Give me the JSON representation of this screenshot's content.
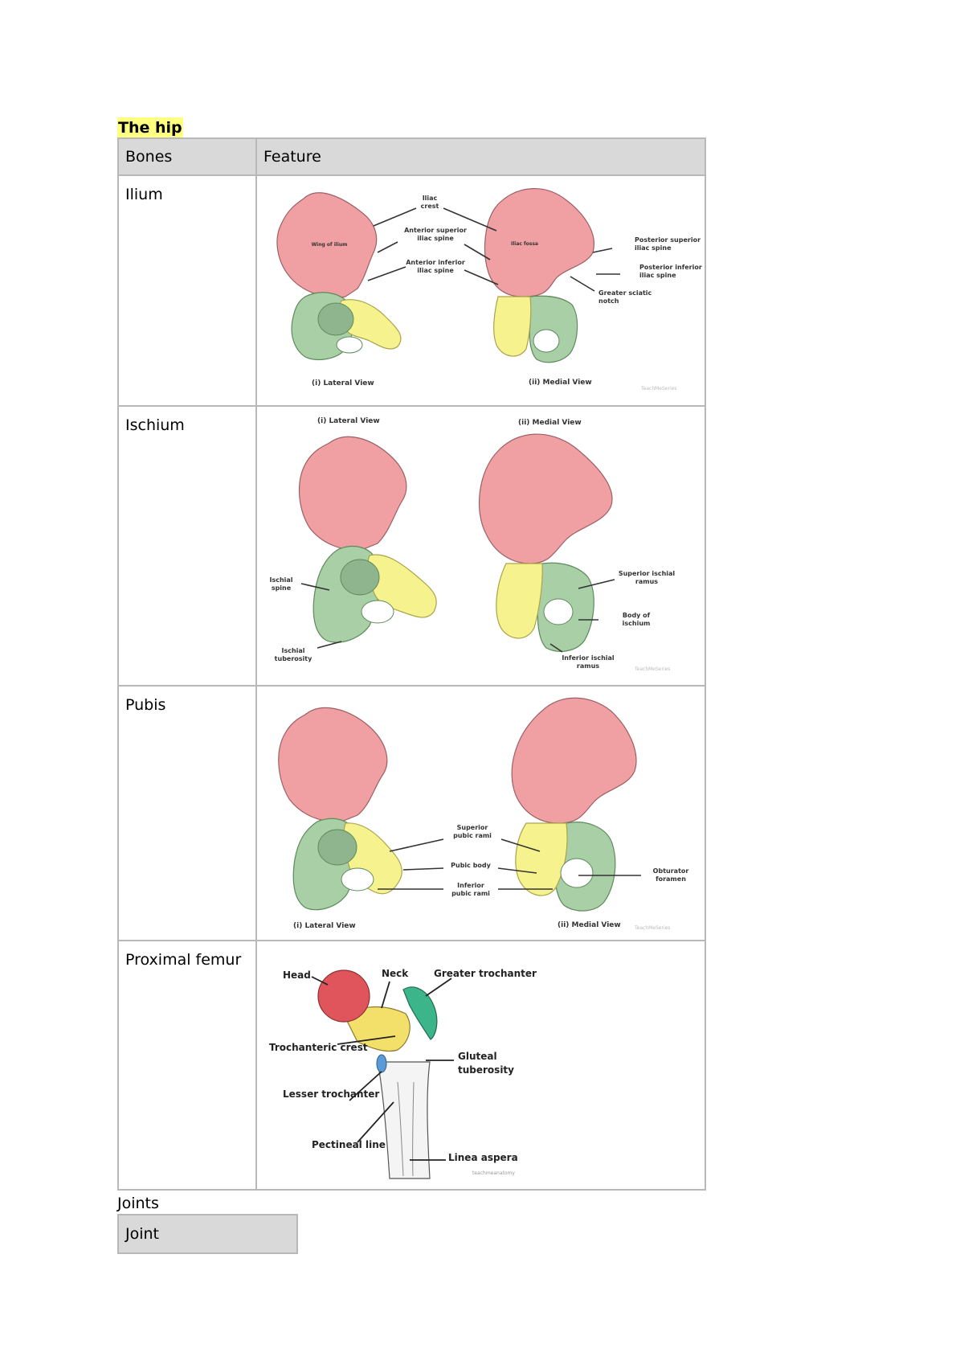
{
  "section_title": "The hip",
  "table": {
    "header": {
      "bones": "Bones",
      "feature": "Feature"
    },
    "rows": [
      {
        "bone": "Ilium",
        "labels": {
          "wing": "Wing of ilium",
          "iliac_crest_1": "Iliac",
          "iliac_crest_2": "crest",
          "asis_1": "Anterior superior",
          "asis_2": "iliac spine",
          "aiis_1": "Anterior inferior",
          "aiis_2": "iliac spine",
          "fossa": "Iliac fossa",
          "psis_1": "Posterior superior",
          "psis_2": "iliac spine",
          "piis_1": "Posterior inferior",
          "piis_2": "iliac spine",
          "notch_1": "Greater sciatic",
          "notch_2": "notch",
          "lateral_view": "(i) Lateral View",
          "medial_view": "(ii) Medial View",
          "watermark": "TeachMeSeries"
        }
      },
      {
        "bone": "Ischium",
        "labels": {
          "lateral_view": "(i) Lateral View",
          "medial_view": "(ii) Medial View",
          "spine_1": "Ischial",
          "spine_2": "spine",
          "tuberosity_1": "Ischial",
          "tuberosity_2": "tuberosity",
          "sup_ramus_1": "Superior ischial",
          "sup_ramus_2": "ramus",
          "body_1": "Body of",
          "body_2": "ischium",
          "inf_ramus_1": "Inferior ischial",
          "inf_ramus_2": "ramus",
          "watermark": "TeachMeSeries"
        }
      },
      {
        "bone": "Pubis",
        "labels": {
          "sup_rami_1": "Superior",
          "sup_rami_2": "pubic rami",
          "body": "Pubic body",
          "inf_rami_1": "Inferior",
          "inf_rami_2": "pubic rami",
          "obturator_1": "Obturator",
          "obturator_2": "foramen",
          "lateral_view": "(i) Lateral View",
          "medial_view": "(ii) Medial View",
          "watermark": "TeachMeSeries"
        }
      },
      {
        "bone": "Proximal femur",
        "labels": {
          "head": "Head",
          "neck": "Neck",
          "greater_trochanter": "Greater trochanter",
          "trochanteric_crest": "Trochanteric crest",
          "gluteal_1": "Gluteal",
          "gluteal_2": "tuberosity",
          "lesser_trochanter": "Lesser trochanter",
          "pectineal_line": "Pectineal line",
          "linea_aspera": "Linea aspera",
          "watermark": "teachmeanatomy"
        }
      }
    ]
  },
  "joints_label": "Joints",
  "joints_table": {
    "header": "Joint"
  },
  "colors": {
    "ilium": "#f0a0a3",
    "ischium": "#a8cfa6",
    "pubis": "#f6f28e",
    "femur_head": "#e0555c",
    "femur_neck": "#f3e06a",
    "greater_trochanter": "#3db58a",
    "lesser_trochanter": "#5b9bd5",
    "header_bg": "#d9d9d9",
    "title_highlight": "#ffff80"
  }
}
